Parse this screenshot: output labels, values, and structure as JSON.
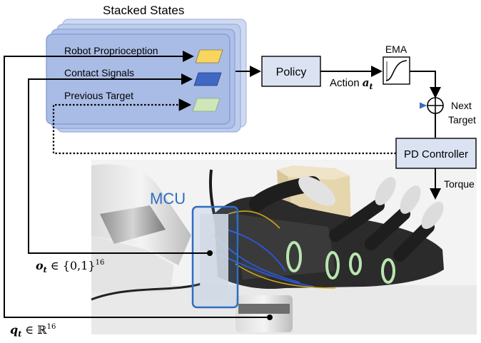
{
  "stacked_states": {
    "title": "Stacked States",
    "rows": [
      "Robot Proprioception",
      "Contact Signals",
      "Previous Target"
    ]
  },
  "blocks": {
    "policy": "Policy",
    "action_label": "Action",
    "action_symbol": "a",
    "action_sub": "t",
    "ema": "EMA",
    "next_target_line1": "Next",
    "next_target_line2": "Target",
    "pd_controller": "PD Controller",
    "torque": "Torque",
    "mcu": "MCU"
  },
  "signals": {
    "o_symbol": "o",
    "o_sub": "t",
    "o_space": " ∈ {0,1}",
    "o_sup": "16",
    "q_symbol": "q",
    "q_sub": "t",
    "q_space": " ∈ ℝ",
    "q_sup": "16"
  },
  "colors": {
    "state_panel": "#a9bce6",
    "state_panel_edge": "#7f98d1",
    "proprio_chip": "#f7d55e",
    "contact_chip": "#3f67c4",
    "target_chip": "#cfe6b8",
    "block_fill": "#dbe3f3",
    "mcu_blue": "#2f6ec0"
  }
}
